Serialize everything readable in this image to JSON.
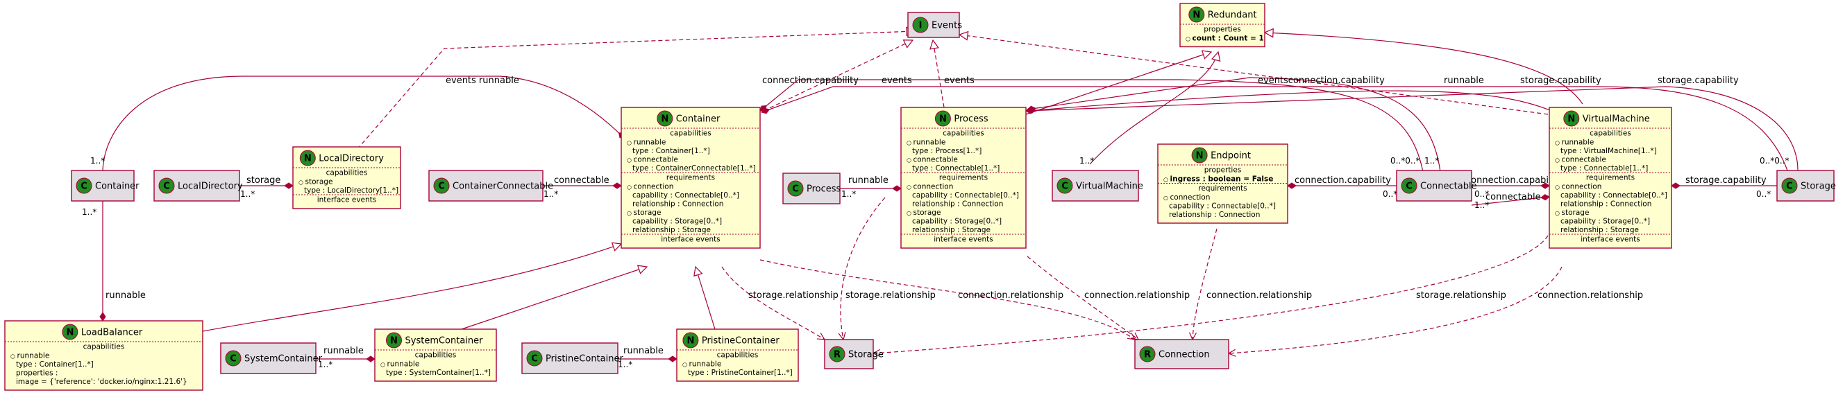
{
  "nodes": {
    "events": {
      "badge": "I",
      "title": "Events"
    },
    "redundant": {
      "badge": "N",
      "title": "Redundant",
      "sections": [
        {
          "header": "properties",
          "lines": [
            "count : Count = 1"
          ]
        }
      ]
    },
    "container_chip": {
      "badge": "C",
      "title": "Container"
    },
    "localdirectory_chip": {
      "badge": "C",
      "title": "LocalDirectory"
    },
    "localdirectory": {
      "badge": "N",
      "title": "LocalDirectory",
      "sections": [
        {
          "header": "capabilities",
          "lines": [
            "storage",
            "type : LocalDirectory[1..*]"
          ]
        },
        {
          "header": "interface events",
          "lines": []
        }
      ]
    },
    "containerconnectable_chip": {
      "badge": "C",
      "title": "ContainerConnectable"
    },
    "container": {
      "badge": "N",
      "title": "Container",
      "sections": [
        {
          "header": "capabilities",
          "lines": [
            "runnable",
            "type : Container[1..*]",
            "connectable",
            "type : ContainerConnectable[1..*]"
          ]
        },
        {
          "header": "requirements",
          "lines": [
            "connection",
            "capability : Connectable[0..*]",
            "relationship : Connection",
            "storage",
            "capability : Storage[0..*]",
            "relationship : Storage"
          ]
        },
        {
          "header": "interface events",
          "lines": []
        }
      ]
    },
    "process_chip": {
      "badge": "C",
      "title": "Process"
    },
    "process": {
      "badge": "N",
      "title": "Process",
      "sections": [
        {
          "header": "capabilities",
          "lines": [
            "runnable",
            "type : Process[1..*]",
            "connectable",
            "type : Connectable[1..*]"
          ]
        },
        {
          "header": "requirements",
          "lines": [
            "connection",
            "capability : Connectable[0..*]",
            "relationship : Connection",
            "storage",
            "capability : Storage[0..*]",
            "relationship : Storage"
          ]
        },
        {
          "header": "interface events",
          "lines": []
        }
      ]
    },
    "virtualmachine_chip": {
      "badge": "C",
      "title": "VirtualMachine"
    },
    "endpoint": {
      "badge": "N",
      "title": "Endpoint",
      "sections": [
        {
          "header": "properties",
          "lines": [
            "ingress : boolean = False"
          ]
        },
        {
          "header": "requirements",
          "lines": [
            "connection",
            "capability : Connectable[0..*]",
            "relationship : Connection"
          ]
        }
      ]
    },
    "connectable_chip": {
      "badge": "C",
      "title": "Connectable"
    },
    "virtualmachine": {
      "badge": "N",
      "title": "VirtualMachine",
      "sections": [
        {
          "header": "capabilities",
          "lines": [
            "runnable",
            "type : VirtualMachine[1..*]",
            "connectable",
            "type : Connectable[1..*]"
          ]
        },
        {
          "header": "requirements",
          "lines": [
            "connection",
            "capability : Connectable[0..*]",
            "relationship : Connection",
            "storage",
            "capability : Storage[0..*]",
            "relationship : Storage"
          ]
        },
        {
          "header": "interface events",
          "lines": []
        }
      ]
    },
    "storage_chip": {
      "badge": "C",
      "title": "Storage"
    },
    "loadbalancer": {
      "badge": "N",
      "title": "LoadBalancer",
      "sections": [
        {
          "header": "capabilities",
          "lines": [
            "runnable",
            "type : Container[1..*]",
            "properties :",
            "image = {'reference': 'docker.io/nginx:1.21.6'}"
          ]
        }
      ]
    },
    "systemcontainer_chip": {
      "badge": "C",
      "title": "SystemContainer"
    },
    "systemcontainer": {
      "badge": "N",
      "title": "SystemContainer",
      "sections": [
        {
          "header": "capabilities",
          "lines": [
            "runnable",
            "type : SystemContainer[1..*]"
          ]
        }
      ]
    },
    "pristinecontainer_chip": {
      "badge": "C",
      "title": "PristineContainer"
    },
    "pristinecontainer": {
      "badge": "N",
      "title": "PristineContainer",
      "sections": [
        {
          "header": "capabilities",
          "lines": [
            "runnable",
            "type : PristineContainer[1..*]"
          ]
        }
      ]
    },
    "storage_rel": {
      "badge": "R",
      "title": "Storage"
    },
    "connection_rel": {
      "badge": "R",
      "title": "Connection"
    }
  },
  "edge_labels": {
    "events_runnable": "events   runnable",
    "container_connection_capability": "connection.capability",
    "container_events": "events",
    "process_events": "events",
    "vm_events_top": "eventsconnection.capability",
    "vm_runnable": "runnable",
    "vm_storage_capability": "storage.capability",
    "storage_capability_far": "storage.capability",
    "ld_storage": "storage",
    "cc_connectable": "connectable",
    "process_runnable": "runnable",
    "endpoint_connection_capability": "connection.capability",
    "vm_connection_capability": "connection.capability",
    "vm_connectable": "connectable",
    "vm_storage_capability_right": "storage.capability",
    "lb_runnable": "runnable",
    "sc_runnable": "runnable",
    "pc_runnable": "runnable",
    "c_storage_rel": "storage.relationship",
    "c_connection_rel": "connection.relationship",
    "p_storage_rel": "storage.relationship",
    "p_connection_rel": "connection.relationship",
    "e_connection_rel": "connection.relationship",
    "vm_storage_rel": "storage.relationship",
    "vm_connection_rel": "connection.relationship"
  },
  "multiplicities": {
    "container_chip_top": "1..*",
    "container_chip_bottom": "1..*",
    "ld_chip": "1..*",
    "cc_chip": "1..*",
    "process_chip": "1..*",
    "vm_chip": "1..*",
    "connectable_top": "0..*0..*",
    "connectable_top2": "1..*",
    "connectable_left": "0..*",
    "connectable_right1": "0..*",
    "connectable_right2": "1..*",
    "storage_chip_top": "0..*0..*",
    "storage_chip_left": "0..*",
    "sc_chip": "1..*",
    "pc_chip": "1..*"
  }
}
